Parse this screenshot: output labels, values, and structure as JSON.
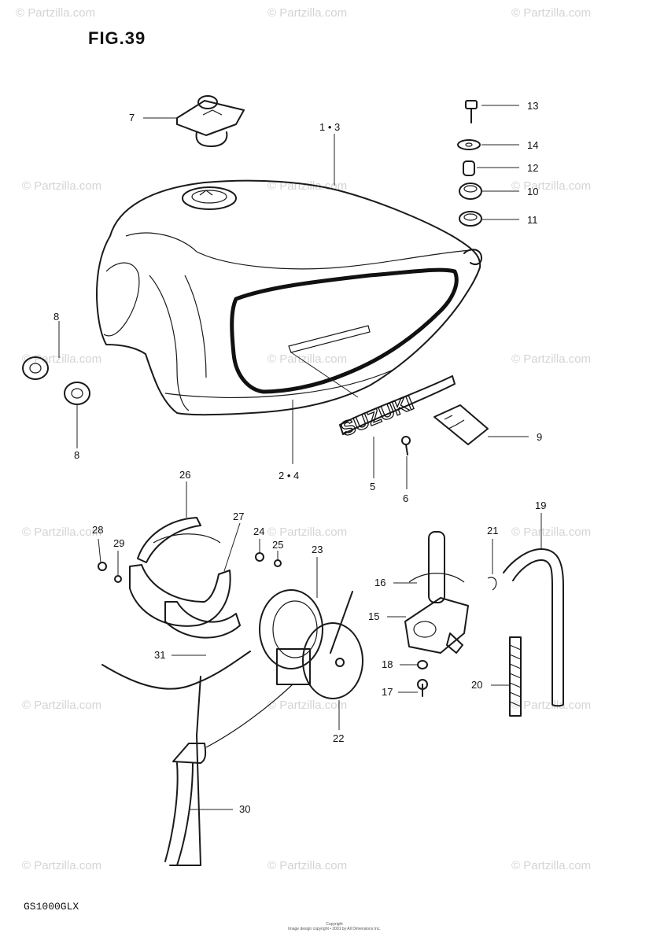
{
  "figure_title": "FIG.39",
  "model_code": "GS1000GLX",
  "copyright": "Copyright",
  "copyright_detail": "Image design copyright • 2001 by All Dimensions Inc.",
  "watermark": "© Partzilla.com",
  "brand_emblem_text": "SUZUKI",
  "callouts": {
    "c13": "13",
    "c14": "14",
    "c12": "12",
    "c10": "10",
    "c11": "11",
    "c7": "7",
    "c1_3": "1 • 3",
    "c8a": "8",
    "c8b": "8",
    "c2_4": "2 • 4",
    "c5": "5",
    "c6": "6",
    "c9": "9",
    "c26": "26",
    "c27": "27",
    "c28": "28",
    "c29": "29",
    "c24": "24",
    "c25": "25",
    "c23": "23",
    "c21": "21",
    "c19": "19",
    "c16": "16",
    "c15": "15",
    "c18": "18",
    "c17": "17",
    "c20": "20",
    "c31": "31",
    "c22": "22",
    "c30": "30"
  }
}
